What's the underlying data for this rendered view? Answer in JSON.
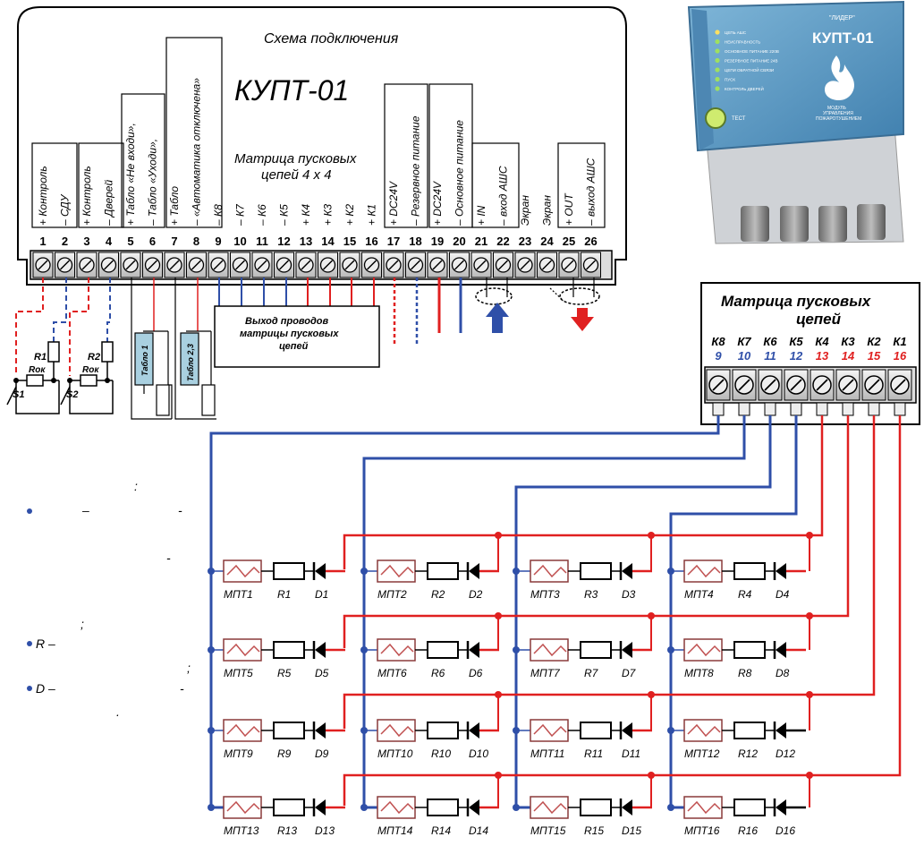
{
  "header": {
    "scheme_title": "Схема подключения",
    "device_name": "КУПТ-01",
    "matrix_title_line1": "Матрица пусковых",
    "matrix_title_line2": "цепей 4 х 4"
  },
  "terminal_labels": [
    "+ Контроль",
    "– СДУ",
    "+ Контроль",
    "– Дверей",
    "+ Табло «Не входи»,",
    "– Табло «Уходи»,",
    "+ Табло",
    "– «Автоматика отключена»",
    "– К8",
    "– К7",
    "– К6",
    "– К5",
    "+ К4",
    "+ К3",
    "+ К2",
    "+ К1",
    "+ DC24V",
    "– Резервное питание",
    "+ DC24V",
    "– Основное питание",
    "+ IN",
    "– вход АШС",
    "Экран",
    "Экран",
    "+ OUT",
    "– выход АШС"
  ],
  "terminal_numbers": [
    "1",
    "2",
    "3",
    "4",
    "5",
    "6",
    "7",
    "8",
    "9",
    "10",
    "11",
    "12",
    "13",
    "14",
    "15",
    "16",
    "17",
    "18",
    "19",
    "20",
    "21",
    "22",
    "23",
    "24",
    "25",
    "26"
  ],
  "external": {
    "r1": "R1",
    "r2": "R2",
    "rok": "Rок",
    "s1": "S1",
    "s2": "S2",
    "tablo1": "Табло 1",
    "tablo23": "Табло 2,3",
    "matrix_output_line1": "Выход проводов",
    "matrix_output_line2": "матрицы пусковых",
    "matrix_output_line3": "цепей"
  },
  "device_photo": {
    "brand": "\"ЛИДЕР\"",
    "model": "КУПТ-01",
    "caption_line1": "МОДУЛЬ",
    "caption_line2": "УПРАВЛЕНИЯ",
    "caption_line3": "ПОЖАРОТУШЕНИЕМ",
    "test_label": "ТЕСТ",
    "indicators": [
      "ЦЕПЬ АШС",
      "НЕИСПРАВНОСТЬ",
      "ОСНОВНОЕ ПИТАНИЕ 220В",
      "РЕЗЕРВНОЕ ПИТАНИЕ 24В",
      "ЦЕПИ ОБРАТНОЙ СВЯЗИ",
      "ПУСК",
      "КОНТРОЛЬ ДВЕРЕЙ"
    ]
  },
  "right_block": {
    "title_line1": "Матрица пусковых",
    "title_line2": "цепей",
    "channels": [
      "К8",
      "К7",
      "К6",
      "К5",
      "К4",
      "К3",
      "К2",
      "К1"
    ],
    "numbers": [
      "9",
      "10",
      "11",
      "12",
      "13",
      "14",
      "15",
      "16"
    ]
  },
  "legend": {
    "colon": ":",
    "dash1": "–",
    "dash2": "-",
    "dash3": "-",
    "semicolon1": ";",
    "r_item": "R –",
    "semicolon2": ";",
    "d_item": "D –",
    "dash4": "-",
    "period": "."
  },
  "modules": [
    {
      "m": "МПТ1",
      "r": "R1",
      "d": "D1"
    },
    {
      "m": "МПТ2",
      "r": "R2",
      "d": "D2"
    },
    {
      "m": "МПТ3",
      "r": "R3",
      "d": "D3"
    },
    {
      "m": "МПТ4",
      "r": "R4",
      "d": "D4"
    },
    {
      "m": "МПТ5",
      "r": "R5",
      "d": "D5"
    },
    {
      "m": "МПТ6",
      "r": "R6",
      "d": "D6"
    },
    {
      "m": "МПТ7",
      "r": "R7",
      "d": "D7"
    },
    {
      "m": "МПТ8",
      "r": "R8",
      "d": "D8"
    },
    {
      "m": "МПТ9",
      "r": "R9",
      "d": "D9"
    },
    {
      "m": "МПТ10",
      "r": "R10",
      "d": "D10"
    },
    {
      "m": "МПТ11",
      "r": "R11",
      "d": "D11"
    },
    {
      "m": "МПТ12",
      "r": "R12",
      "d": "D12"
    },
    {
      "m": "МПТ13",
      "r": "R13",
      "d": "D13"
    },
    {
      "m": "МПТ14",
      "r": "R14",
      "d": "D14"
    },
    {
      "m": "МПТ15",
      "r": "R15",
      "d": "D15"
    },
    {
      "m": "МПТ16",
      "r": "R16",
      "d": "D16"
    }
  ],
  "colors": {
    "blue": "#2f4fa8",
    "red": "#e02020",
    "black": "#000000",
    "panel": "#6ba3c7"
  }
}
